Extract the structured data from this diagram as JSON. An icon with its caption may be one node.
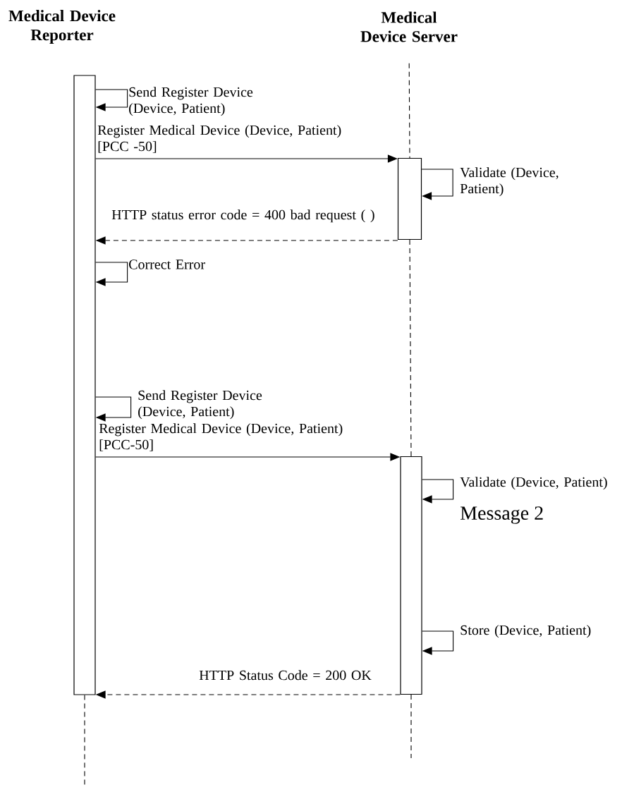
{
  "diagram": {
    "nodes": [
      {
        "text": [
          "Medical Device Reporter"
        ]
      },
      {
        "text": [
          "Medical Device Server"
        ]
      },
      {
        "text": [],
        "shape": "bar"
      },
      {
        "text": [],
        "shape": "bar"
      },
      {
        "text": [],
        "shape": "bar"
      }
    ],
    "edges": [
      {
        "from": 2,
        "to": 2,
        "arrow": "to",
        "label": "Send Register Device (Device, Patient)"
      },
      {
        "from": 2,
        "to": 3,
        "arrow": "to",
        "label": "Register Medical Device (Device, Patient) [PCC -50]"
      },
      {
        "from": 3,
        "to": 3,
        "arrow": "to",
        "label": "Validate (Device, Patient)"
      },
      {
        "from": 3,
        "to": 2,
        "arrow": "to",
        "style": "dashed",
        "label": "HTTP status error code = 400 bad request ( )"
      },
      {
        "from": 2,
        "to": 2,
        "arrow": "to",
        "label": "Correct Error"
      },
      {
        "from": 2,
        "to": 2,
        "arrow": "to",
        "label": "Send Register Device (Device, Patient)"
      },
      {
        "from": 2,
        "to": 4,
        "arrow": "to",
        "label": "Register Medical Device (Device, Patient) [PCC-50]"
      },
      {
        "from": 4,
        "to": 4,
        "arrow": "to",
        "label": "Validate (Device, Patient)"
      },
      {
        "from": 4,
        "to": 4,
        "arrow": "to",
        "label": "Store (Device, Patient)"
      },
      {
        "from": 4,
        "to": 2,
        "arrow": "to",
        "style": "dashed",
        "label": "HTTP Status Code = 200 OK"
      },
      {
        "from": 1,
        "to": 3,
        "arrow": "none",
        "style": "dashed"
      },
      {
        "from": 3,
        "to": 4,
        "arrow": "none",
        "style": "dashed"
      },
      {
        "from": 4,
        "to": null,
        "arrow": "none",
        "style": "dashed"
      },
      {
        "from": 2,
        "to": null,
        "arrow": "none",
        "style": "dashed"
      }
    ],
    "labels": [
      "Message 2"
    ]
  }
}
